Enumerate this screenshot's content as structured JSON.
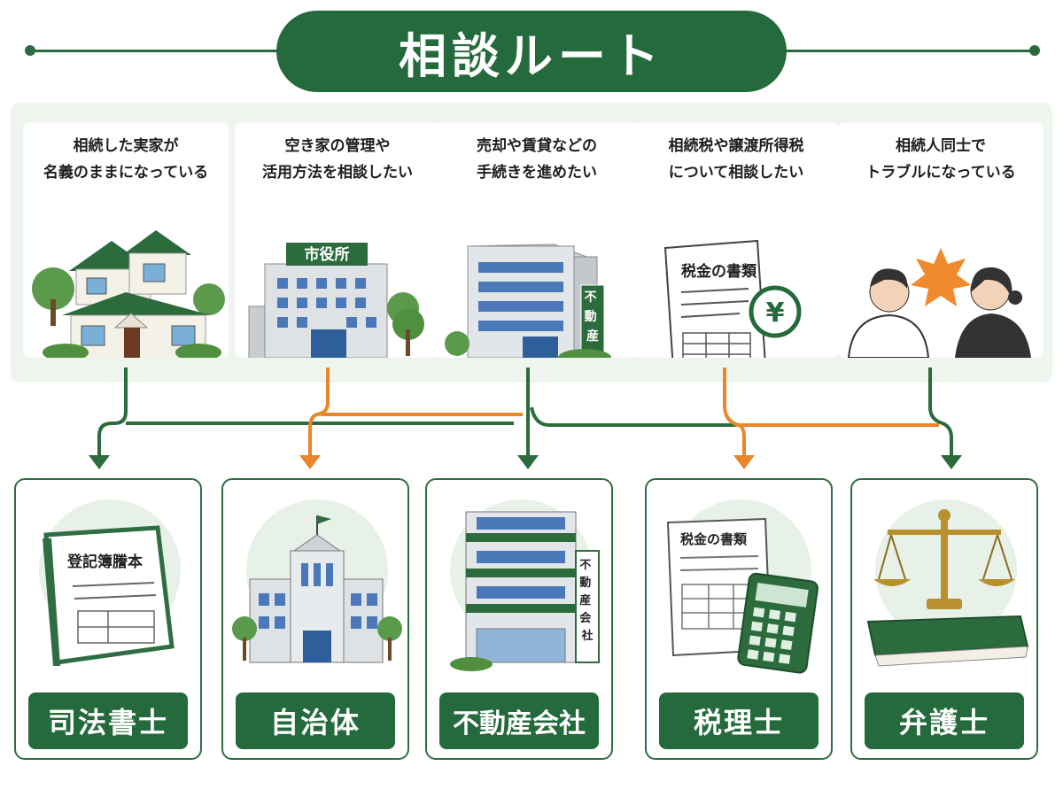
{
  "title": "相談ルート",
  "situations": [
    {
      "line1": "相続した実家が",
      "line2": "名義のままになっている"
    },
    {
      "line1": "空き家の管理や",
      "line2": "活用方法を相談したい",
      "sign": "市役所"
    },
    {
      "line1": "売却や賃貸などの",
      "line2": "手続きを進めたい",
      "sign": "不動産"
    },
    {
      "line1": "相続税や譲渡所得税",
      "line2": "について相談したい",
      "doc": "税金の書類",
      "yen": "¥"
    },
    {
      "line1": "相続人同士で",
      "line2": "トラブルになっている"
    }
  ],
  "experts": [
    {
      "label": "司法書士",
      "doc": "登記簿謄本"
    },
    {
      "label": "自治体"
    },
    {
      "label": "不動産会社",
      "sign": "不動産会社"
    },
    {
      "label": "税理士",
      "doc": "税金の書類"
    },
    {
      "label": "弁護士"
    }
  ],
  "colors": {
    "primary": "#256a3c",
    "accent": "#e9862a",
    "band": "#eef5ef"
  }
}
